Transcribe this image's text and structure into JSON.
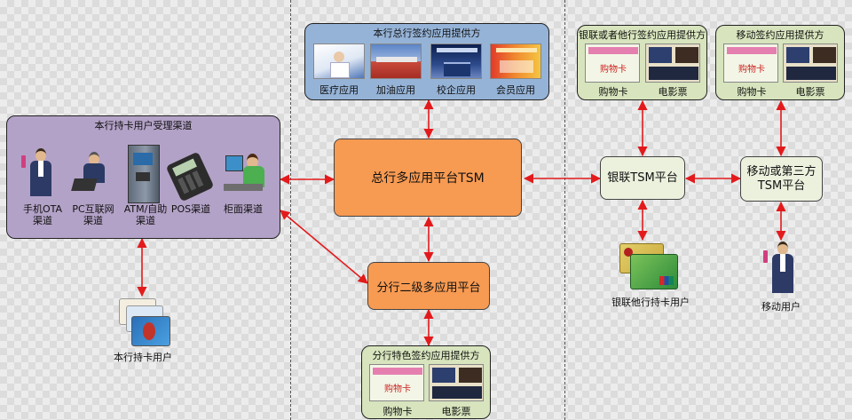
{
  "hq_providers": {
    "title": "本行总行签约应用提供方",
    "items": [
      "医疗应用",
      "加油应用",
      "校企应用",
      "会员应用"
    ]
  },
  "unionpay_providers": {
    "title": "银联或者他行签约应用提供方",
    "items": [
      "购物卡",
      "电影票"
    ]
  },
  "mobile_providers": {
    "title": "移动签约应用提供方",
    "items": [
      "购物卡",
      "电影票"
    ]
  },
  "branch_providers": {
    "title": "分行特色签约应用提供方",
    "items": [
      "购物卡",
      "电影票"
    ]
  },
  "channels": {
    "title": "本行持卡用户受理渠道",
    "items": [
      {
        "line1": "手机OTA",
        "line2": "渠道"
      },
      {
        "line1": "PC互联网",
        "line2": "渠道"
      },
      {
        "line1": "ATM/自助",
        "line2": "渠道"
      },
      {
        "line1": "POS渠道",
        "line2": ""
      },
      {
        "line1": "柜面渠道",
        "line2": ""
      }
    ]
  },
  "nodes": {
    "hq_tsm": "总行多应用平台TSM",
    "branch_platform": "分行二级多应用平台",
    "unionpay_tsm": "银联TSM平台",
    "mobile_tsm_line1": "移动或第三方",
    "mobile_tsm_line2": "TSM平台"
  },
  "users": {
    "bank_cardholder": "本行持卡用户",
    "unionpay_cardholder": "银联他行持卡用户",
    "mobile_user": "移动用户"
  },
  "card_text": {
    "shopping_card": "购物卡"
  },
  "colors": {
    "hq_panel": "#95b3d7",
    "channels_panel": "#b3a2c7",
    "provider_panel": "#d7e4bd",
    "orange_box": "#f79a52",
    "green_box": "#ebf1dd",
    "arrow": "#e31a1c"
  }
}
